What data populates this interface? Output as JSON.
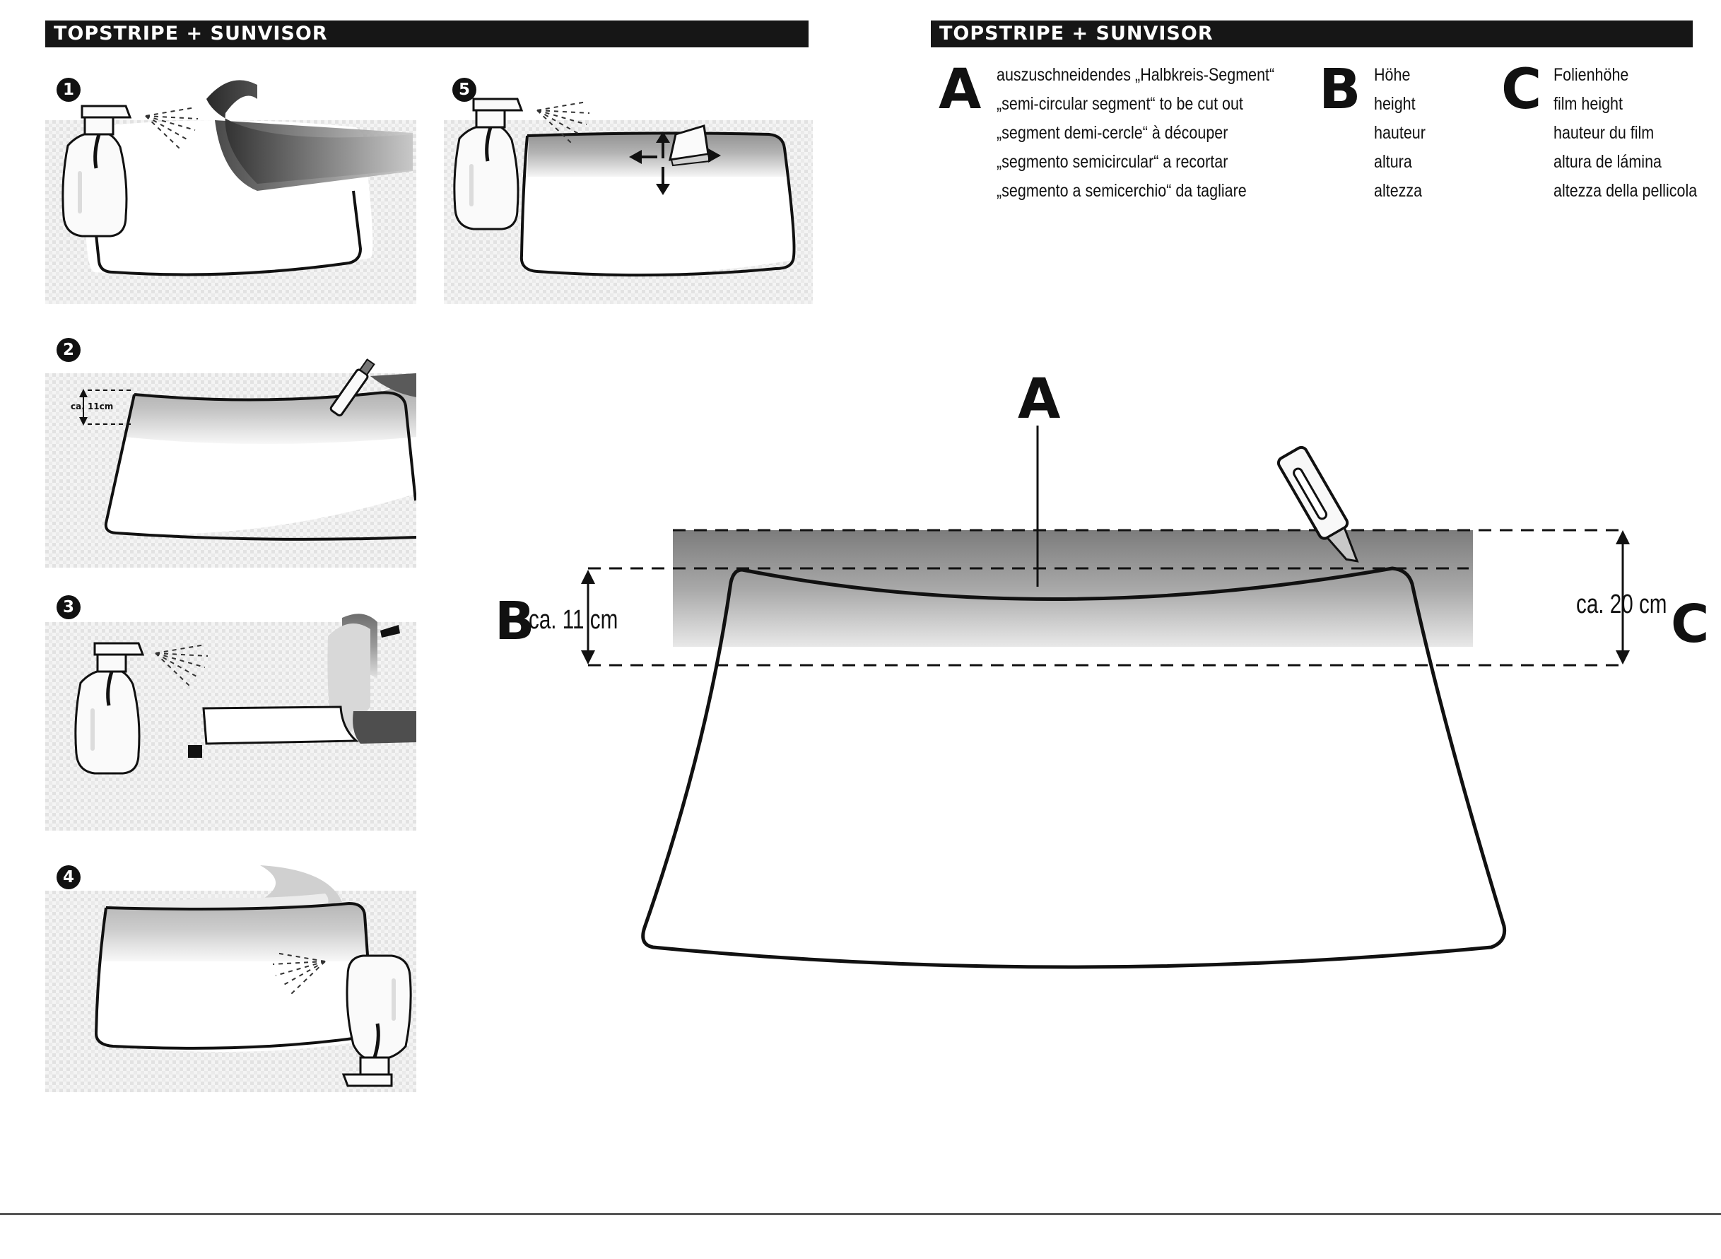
{
  "header": {
    "title": "TOPSTRIPE + SUNVISOR"
  },
  "steps": [
    {
      "number": "1"
    },
    {
      "number": "2",
      "measure_label": "ca. 11cm"
    },
    {
      "number": "3"
    },
    {
      "number": "4"
    },
    {
      "number": "5"
    }
  ],
  "legend": {
    "A": {
      "letter": "A",
      "lines": [
        "auszuschneidendes „Halbkreis-Segment“",
        "„semi-circular segment“ to be cut out",
        "„segment demi-cercle“ à découper",
        "„segmento semicircular“ a recortar",
        "„segmento a semicerchio“ da tagliare"
      ]
    },
    "B": {
      "letter": "B",
      "lines": [
        "Höhe",
        "height",
        "hauteur",
        "altura",
        "altezza"
      ]
    },
    "C": {
      "letter": "C",
      "lines": [
        "Folienhöhe",
        "film height",
        "hauteur du film",
        "altura de lámina",
        "altezza della pellicola"
      ]
    }
  },
  "diagram": {
    "label_a": "A",
    "label_b": "B",
    "label_c": "C",
    "measure_b": "ca. 11 cm",
    "measure_c": "ca. 20 cm"
  },
  "colors": {
    "header_bg": "#161616",
    "film_tint": "#8a8a8a",
    "outline": "#111111"
  }
}
